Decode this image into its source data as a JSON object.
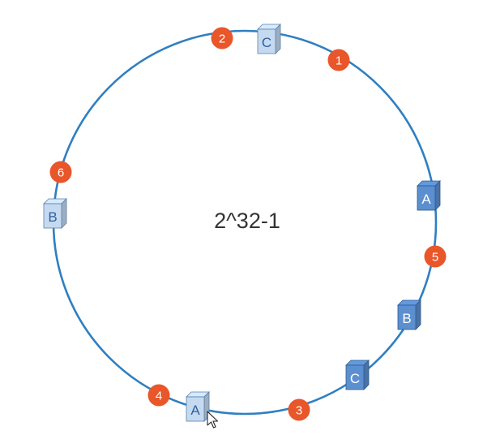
{
  "ring": {
    "label": "2^32-1",
    "stroke_color": "#2f7fc1"
  },
  "colors": {
    "marker_fill": "#e8562a",
    "node_light_face": "#c5daf1",
    "node_light_text": "#2f5f9e",
    "node_dark_face": "#5b8fd0",
    "node_dark_text": "#ffffff"
  },
  "markers": [
    {
      "id": "1",
      "label": "1"
    },
    {
      "id": "2",
      "label": "2"
    },
    {
      "id": "3",
      "label": "3"
    },
    {
      "id": "4",
      "label": "4"
    },
    {
      "id": "5",
      "label": "5"
    },
    {
      "id": "6",
      "label": "6"
    }
  ],
  "nodes": [
    {
      "id": "c-top",
      "label": "C",
      "style": "light"
    },
    {
      "id": "b-left",
      "label": "B",
      "style": "light"
    },
    {
      "id": "a-bottom",
      "label": "A",
      "style": "light"
    },
    {
      "id": "a-right",
      "label": "A",
      "style": "dark"
    },
    {
      "id": "b-right",
      "label": "B",
      "style": "dark"
    },
    {
      "id": "c-right",
      "label": "C",
      "style": "dark"
    }
  ],
  "cursor": {
    "icon": "mouse-pointer-icon"
  }
}
